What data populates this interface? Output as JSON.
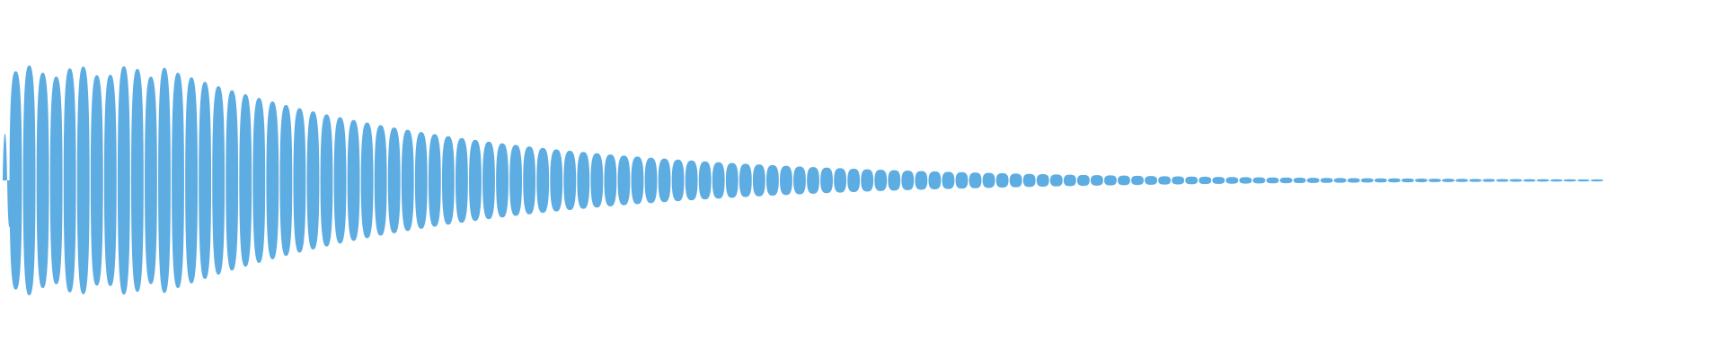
{
  "waveform": {
    "color": "#5dade2",
    "background": "#ffffff",
    "lobe_count": 118,
    "peak_amplitude": 1.0,
    "decay_profile": "exponential",
    "initial_transient": true,
    "tail_visible_fraction": 0.93
  }
}
